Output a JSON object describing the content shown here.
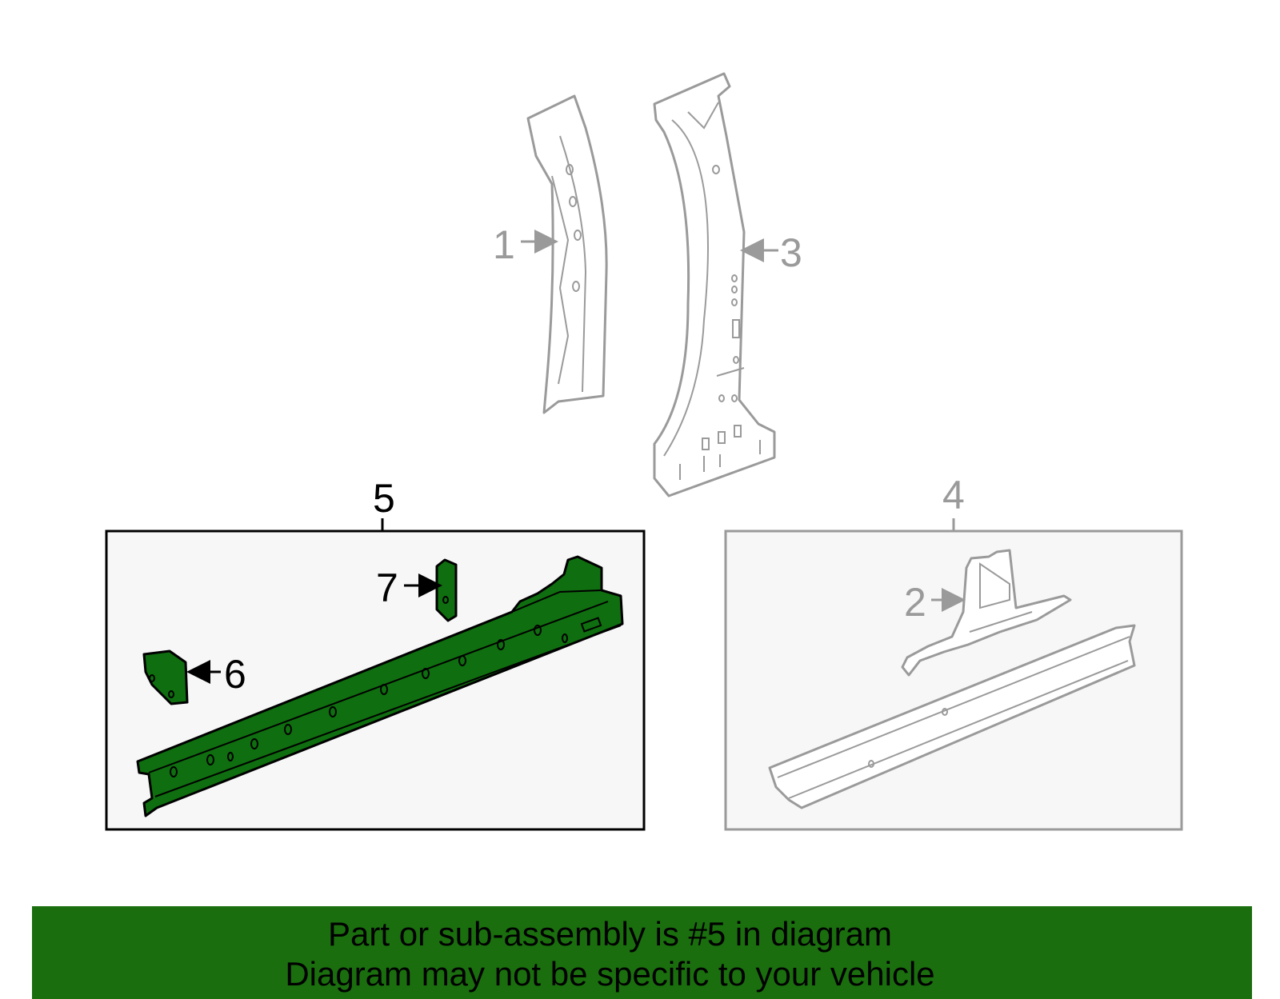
{
  "callouts": {
    "c1": "1",
    "c2": "2",
    "c3": "3",
    "c4": "4",
    "c5": "5",
    "c6": "6",
    "c7": "7"
  },
  "banner": {
    "line1": "Part or sub-assembly is #5 in diagram",
    "line2": "Diagram may not be specific to your vehicle"
  },
  "colors": {
    "highlight": "#1a6e0e",
    "part_highlight": "#0f6e0f",
    "inactive_outline": "#9a9a9a",
    "box_background": "#f7f7f7"
  }
}
